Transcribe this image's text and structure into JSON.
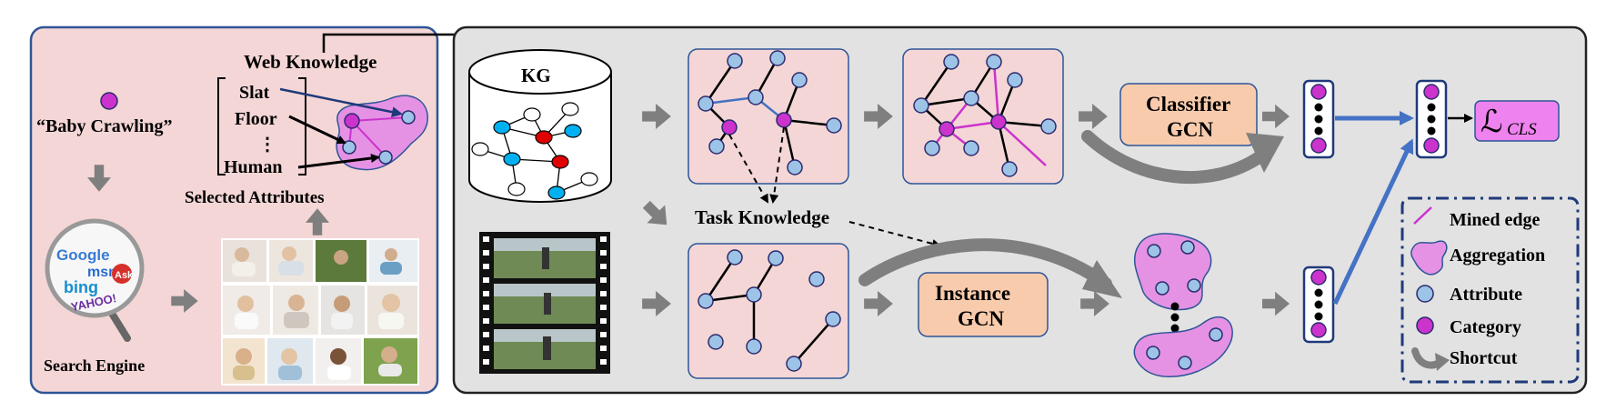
{
  "web_panel": {
    "query": "“Baby Crawling”",
    "web_knowledge": "Web Knowledge",
    "attributes": [
      "Slat",
      "Floor",
      "⋮",
      "Human"
    ],
    "selected_attributes": "Selected Attributes",
    "search_engine": "Search Engine",
    "engine_logos": [
      "Google",
      "msn",
      "bing",
      "YAHOO!",
      "Ask"
    ],
    "colors": {
      "panel_fill": "#f4d6d6",
      "panel_border": "#2e5597"
    }
  },
  "main_panel": {
    "kg_label": "KG",
    "task_knowledge": "Task Knowledge",
    "classifier_gcn": "Classifier GCN",
    "instance_gcn": "Instance GCN",
    "loss_label": "ℒ",
    "loss_subscript": "CLS",
    "colors": {
      "panel_fill": "#e2e2e2",
      "graph_fill": "#f4d6d6",
      "gcn_fill": "#f8cbad",
      "attribute_node": "#9dc3e6",
      "category_node": "#cc33cc",
      "mined_edge": "#cc33cc",
      "aggregation": "#e592e5",
      "kg_red": "#e00000",
      "kg_blue": "#00b0f0",
      "arrow_grey": "#7f7f7f",
      "blue_arrow": "#4472c4",
      "loss_fill": "#ee82ee"
    }
  },
  "legend": {
    "items": [
      {
        "label": "Mined edge",
        "icon": "mined-edge-icon"
      },
      {
        "label": "Aggregation",
        "icon": "aggregation-icon"
      },
      {
        "label": "Attribute",
        "icon": "attribute-icon"
      },
      {
        "label": "Category",
        "icon": "category-icon"
      },
      {
        "label": "Shortcut",
        "icon": "shortcut-icon"
      }
    ]
  }
}
